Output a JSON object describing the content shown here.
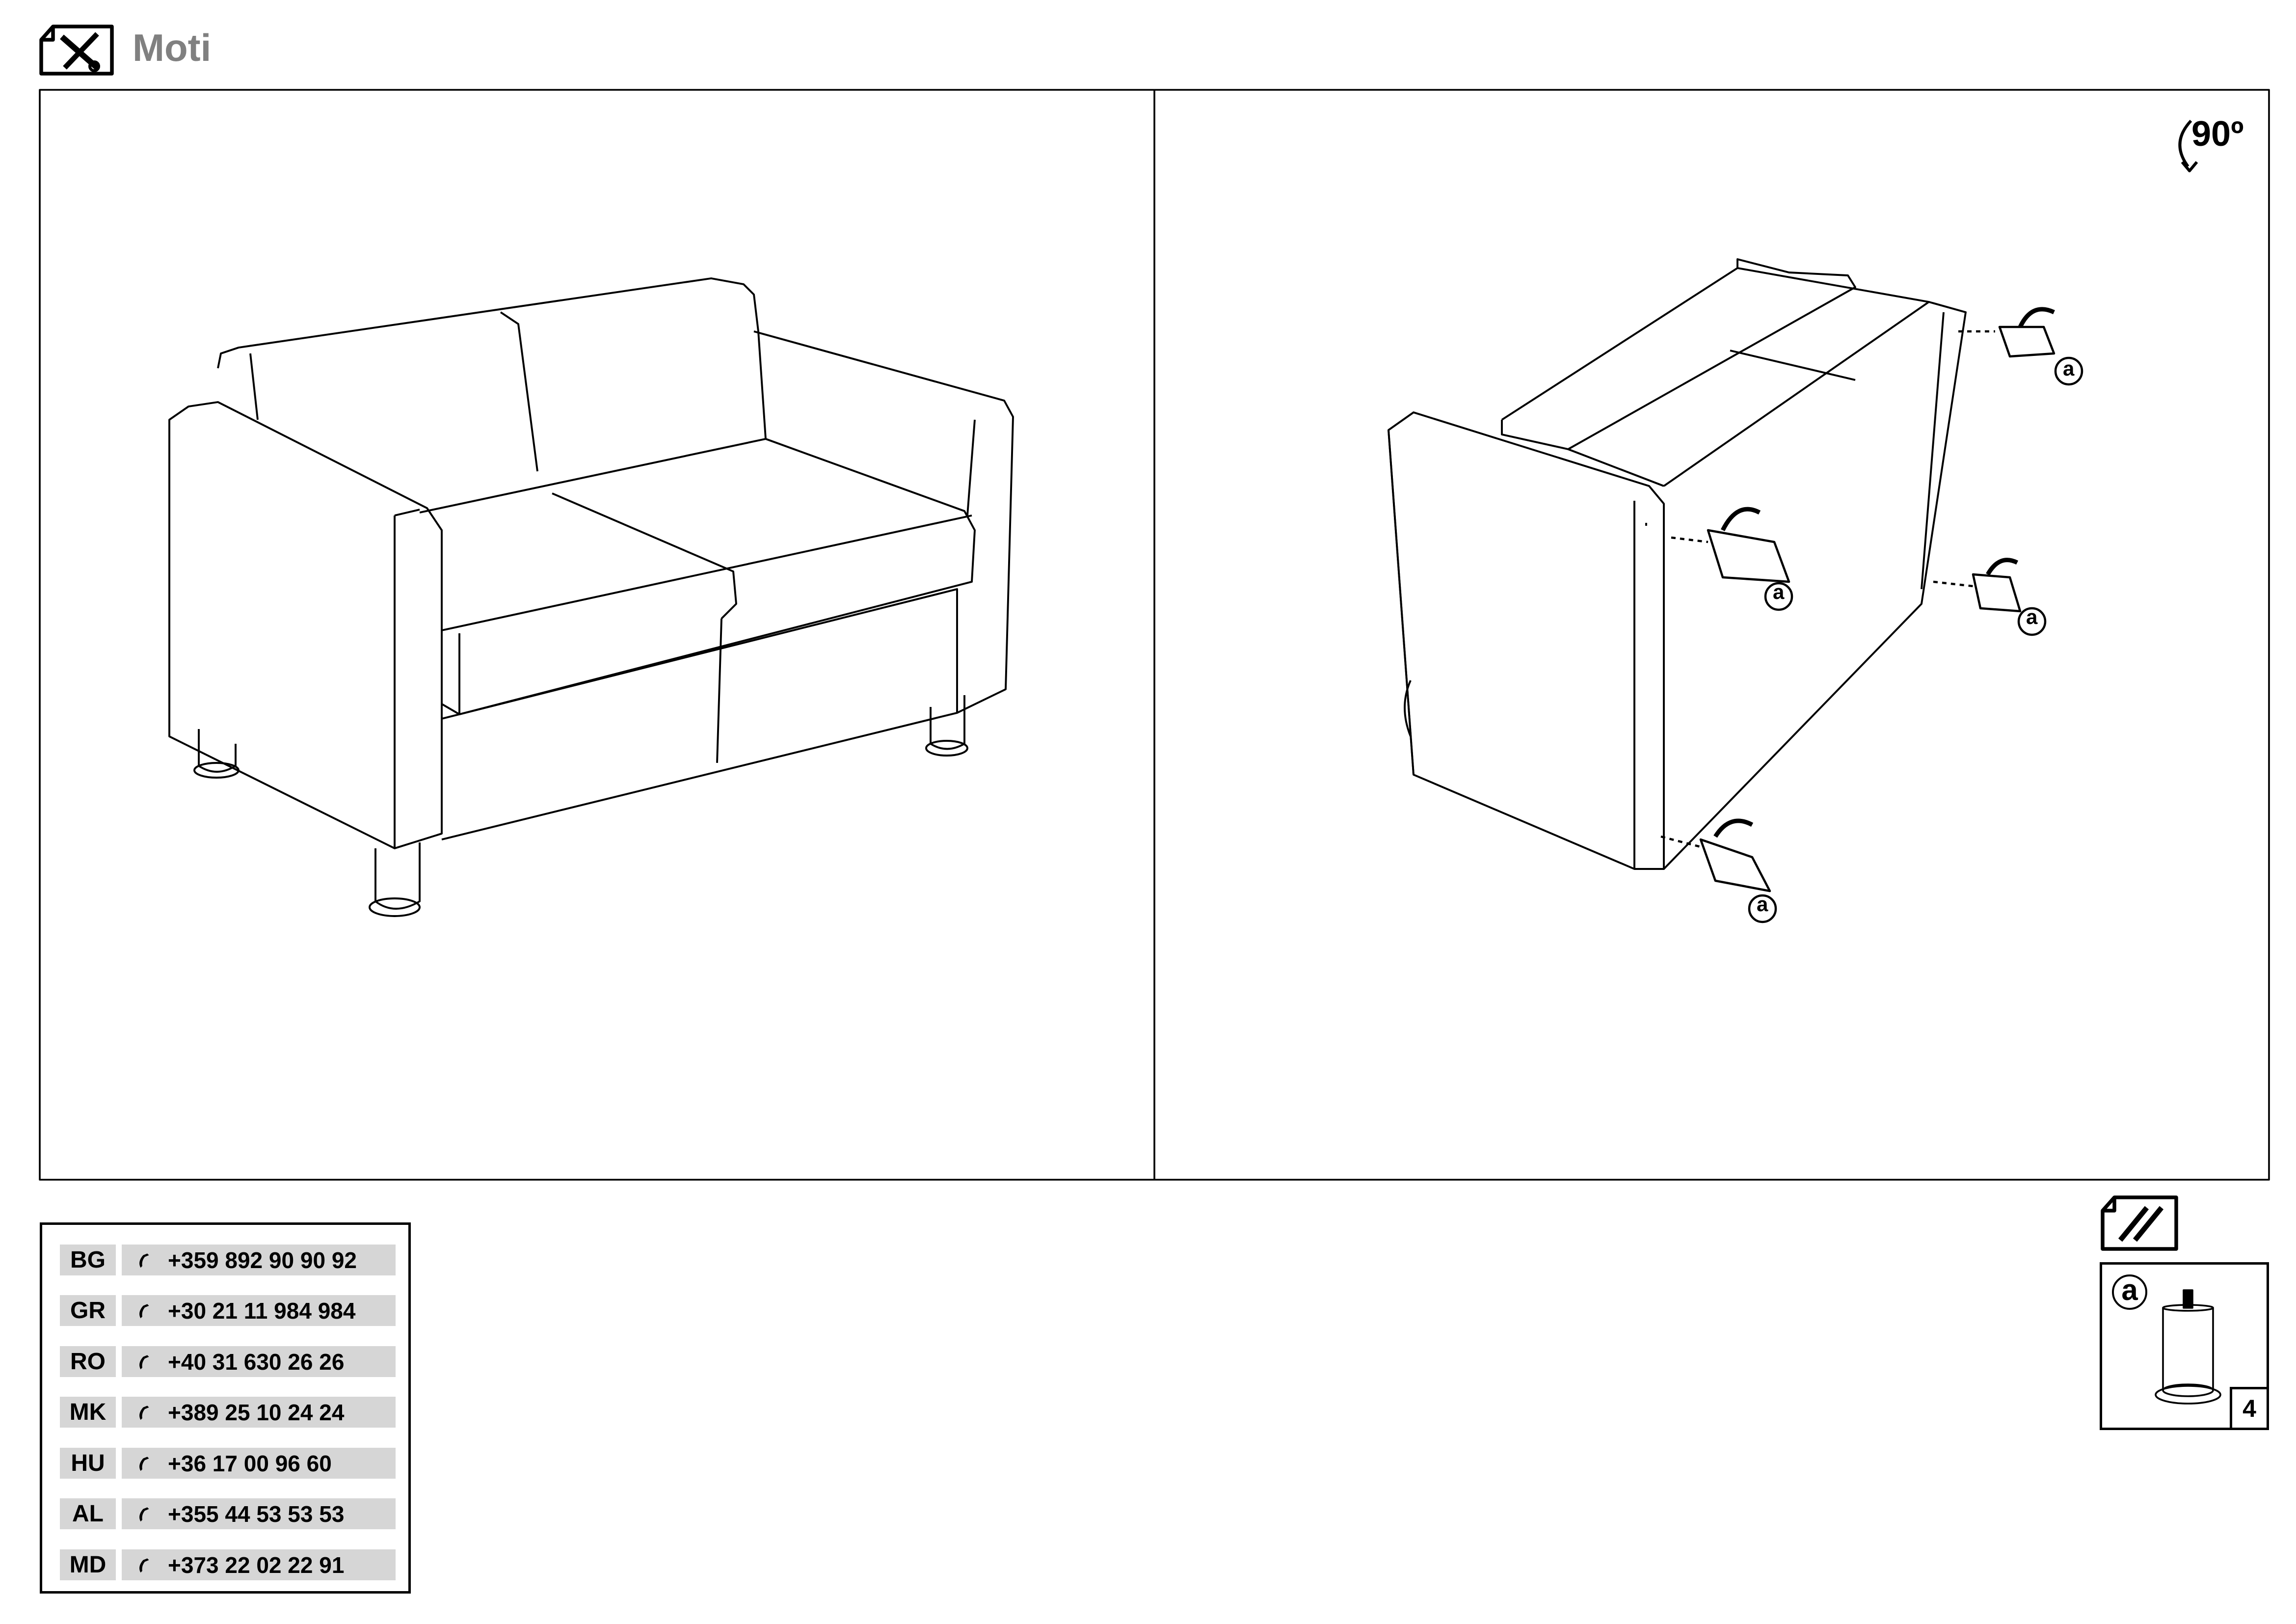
{
  "header": {
    "title": "Moti",
    "icon": "tools-icon"
  },
  "step": {
    "rotation_label": "90º"
  },
  "callouts": [
    "a",
    "a",
    "a",
    "a"
  ],
  "contacts": [
    {
      "country": "BG",
      "phone": "+359 892 90 90 92"
    },
    {
      "country": "GR",
      "phone": "+30 21 11 984 984"
    },
    {
      "country": "RO",
      "phone": "+40 31 630 26 26"
    },
    {
      "country": "MK",
      "phone": "+389 25 10 24 24"
    },
    {
      "country": "HU",
      "phone": "+36 17 00 96 60"
    },
    {
      "country": "AL",
      "phone": "+355 44 53 53 53"
    },
    {
      "country": "MD",
      "phone": "+373 22 02 22 91"
    }
  ],
  "parts": {
    "icon": "screws-icon",
    "items": [
      {
        "label": "a",
        "name": "leg",
        "quantity": "4"
      }
    ]
  }
}
